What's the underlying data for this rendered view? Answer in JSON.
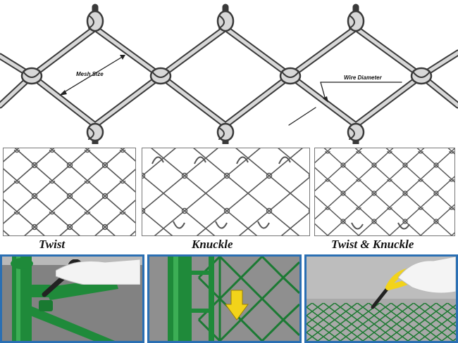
{
  "top_diagram": {
    "mesh_size_label": "Mesh Size",
    "wire_diameter_label": "Wire Diameter"
  },
  "edge_types": [
    {
      "caption": "Twist"
    },
    {
      "caption": "Knuckle"
    },
    {
      "caption": "Twist & Knuckle"
    }
  ],
  "photos": [
    {
      "name": "tightening-fence-fitting",
      "icons": [
        "wrench-icon",
        "gloved-hand-icon"
      ]
    },
    {
      "name": "sliding-mesh-onto-post",
      "icons": [
        "down-arrow-icon"
      ]
    },
    {
      "name": "cutting-mesh-wire",
      "icons": [
        "pliers-icon",
        "gloved-hand-icon"
      ]
    }
  ],
  "colors": {
    "wire": "#3a3a3a",
    "wire_fill": "#cfcfcf",
    "post_green": "#1f8a3a",
    "photo_border": "#2a6fb3",
    "arrow_yellow": "#f2d31a"
  }
}
